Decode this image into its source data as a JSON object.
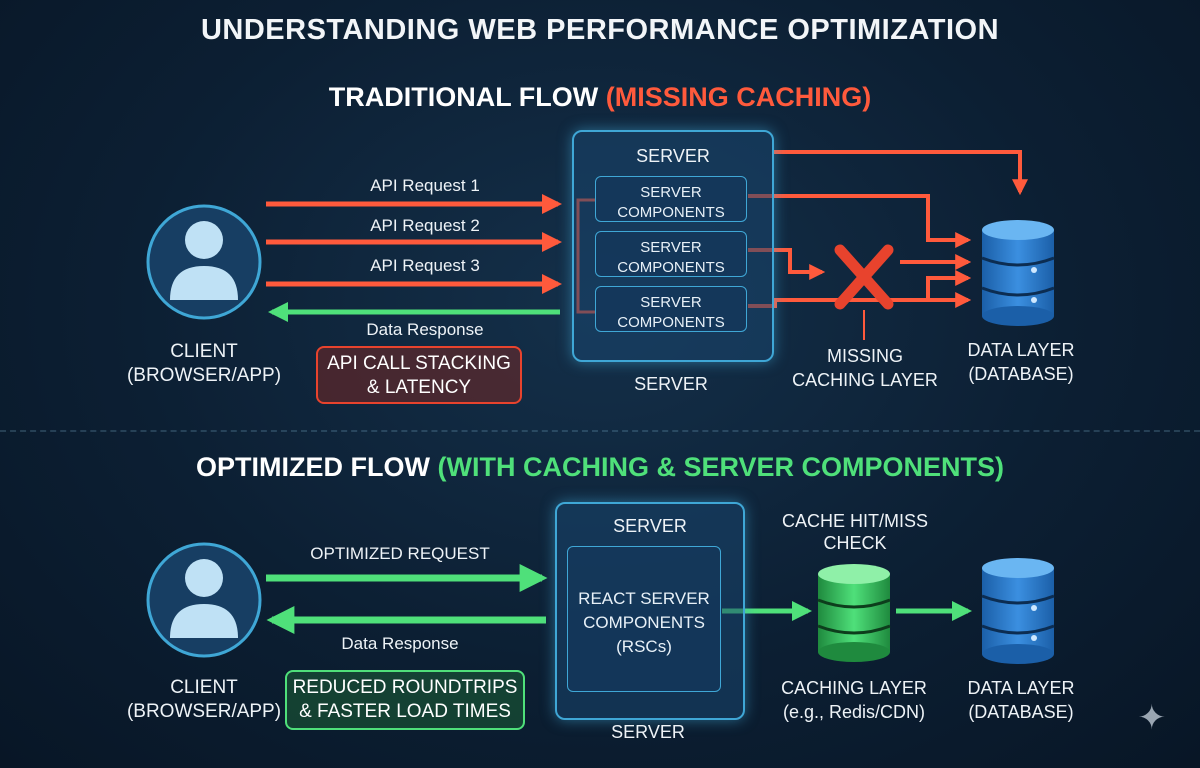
{
  "title": "UNDERSTANDING WEB PERFORMANCE OPTIMIZATION",
  "traditional": {
    "heading_main": "TRADITIONAL FLOW ",
    "heading_accent": "(MISSING CACHING)",
    "client_label_1": "CLIENT",
    "client_label_2": "(BROWSER/APP)",
    "requests": [
      "API Request 1",
      "API Request 2",
      "API Request 3"
    ],
    "response": "Data Response",
    "badge_1": "API CALL STACKING",
    "badge_2": "& LATENCY",
    "server_top": "SERVER",
    "server_bottom": "SERVER",
    "components": [
      {
        "line1": "SERVER",
        "line2": "COMPONENTS"
      },
      {
        "line1": "SERVER",
        "line2": "COMPONENTS"
      },
      {
        "line1": "SERVER",
        "line2": "COMPONENTS"
      }
    ],
    "missing_1": "MISSING",
    "missing_2": "CACHING LAYER",
    "data_1": "DATA LAYER",
    "data_2": "(DATABASE)"
  },
  "optimized": {
    "heading_main": "OPTIMIZED FLOW ",
    "heading_accent": "(WITH CACHING & SERVER COMPONENTS)",
    "client_label_1": "CLIENT",
    "client_label_2": "(BROWSER/APP)",
    "request": "OPTIMIZED REQUEST",
    "response": "Data Response",
    "badge_1": "REDUCED ROUNDTRIPS",
    "badge_2": "& FASTER LOAD TIMES",
    "server_top": "SERVER",
    "server_bottom": "SERVER",
    "rsc_1": "REACT SERVER",
    "rsc_2": "COMPONENTS",
    "rsc_3": "(RSCs)",
    "cache_check_1": "CACHE HIT/MISS",
    "cache_check_2": "CHECK",
    "cache_1": "CACHING LAYER",
    "cache_2": "(e.g., Redis/CDN)",
    "data_1": "DATA LAYER",
    "data_2": "(DATABASE)"
  },
  "colors": {
    "red": "#ff5a3c",
    "green": "#4fe07a",
    "blue": "#3fa7d6"
  }
}
